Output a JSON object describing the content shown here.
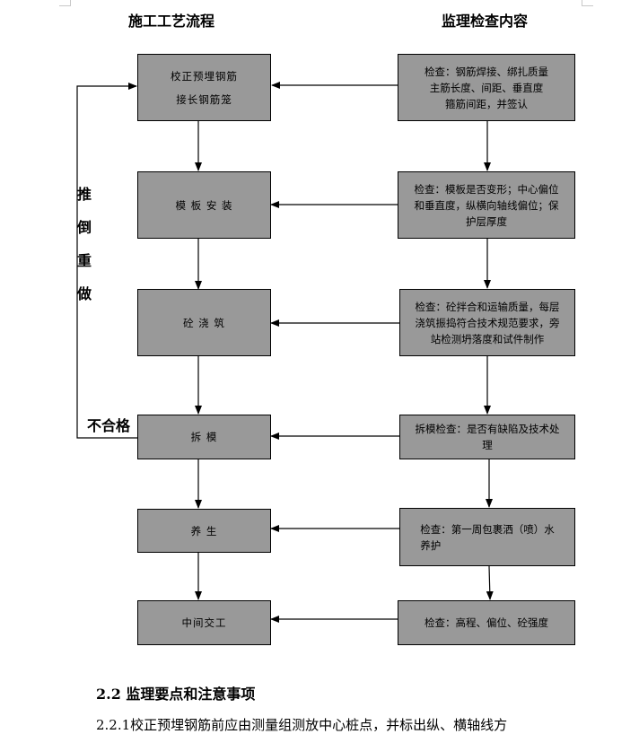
{
  "headings": {
    "process": "施工工艺流程",
    "inspection": "监理检查内容"
  },
  "process_steps": [
    "校正预埋钢筋\n接长钢筋笼",
    "模 板 安 装",
    "砼 浇 筑",
    "拆 模",
    "养 生",
    "中间交工"
  ],
  "inspection_items": [
    "检查：钢筋焊接、绑扎质量\n主筋长度、间距、垂直度\n箍筋间距，并签认",
    "检查：模板是否变形；中心偏位\n和垂直度，纵横向轴线偏位；保\n护层厚度",
    "检查：砼拌合和运输质量，每层\n浇筑振捣符合技术规范要求，旁\n站检测坍落度和试件制作",
    "拆模检查：是否有缺陷及技术处\n理",
    "检查：第一周包裹洒（喷）水\n养护",
    "检查：高程、偏位、砼强度"
  ],
  "rework_label": [
    "推",
    "倒",
    "重",
    "做"
  ],
  "fail_label": "不合格",
  "section": {
    "title": "2.2 监理要点和注意事项",
    "body": "2.2.1校正预埋钢筋前应由测量组测放中心桩点，并标出纵、横轴线方"
  }
}
